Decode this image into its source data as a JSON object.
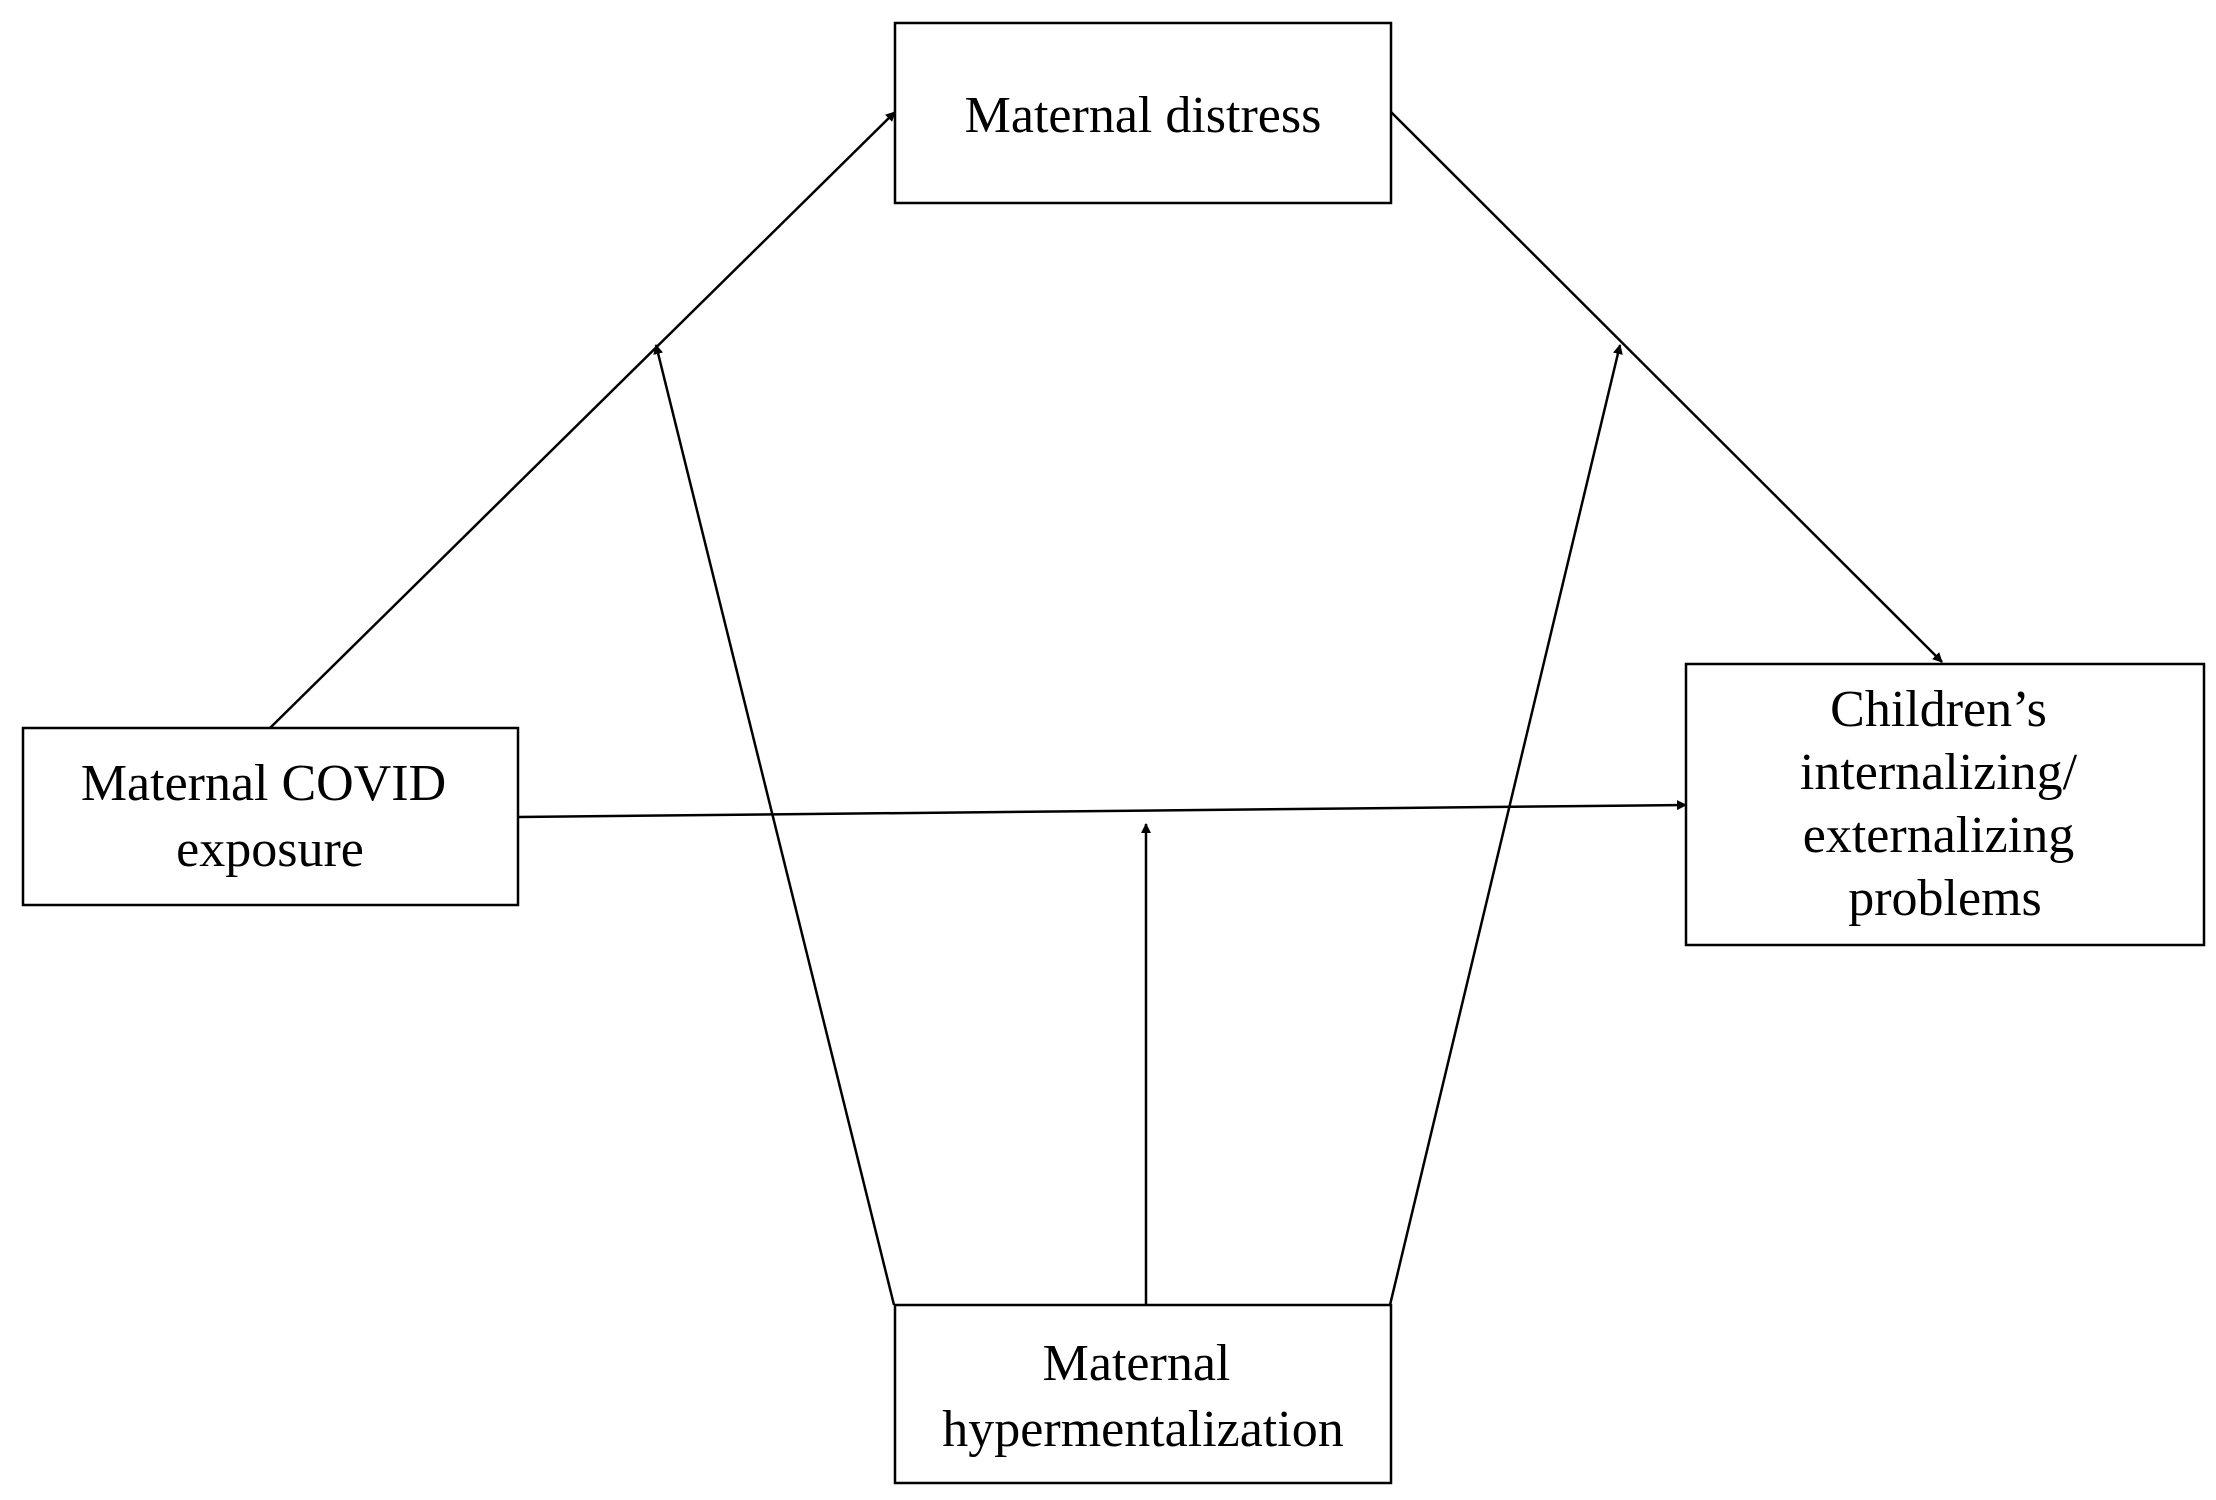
{
  "diagram": {
    "nodes": {
      "maternal_distress": {
        "lines": [
          "Maternal distress"
        ]
      },
      "covid_exposure": {
        "lines": [
          "Maternal COVID",
          "exposure"
        ]
      },
      "children_problems": {
        "lines": [
          "Children’s",
          "internalizing/",
          "externalizing",
          "problems"
        ]
      },
      "hypermentalization": {
        "lines": [
          "Maternal",
          "hypermentalization"
        ]
      }
    },
    "edges": [
      {
        "from": "covid_exposure",
        "to": "maternal_distress",
        "type": "path"
      },
      {
        "from": "maternal_distress",
        "to": "children_problems",
        "type": "path"
      },
      {
        "from": "covid_exposure",
        "to": "children_problems",
        "type": "path"
      },
      {
        "from": "hypermentalization",
        "to": "covid_exposure->maternal_distress",
        "type": "moderation"
      },
      {
        "from": "hypermentalization",
        "to": "covid_exposure->children_problems",
        "type": "moderation"
      },
      {
        "from": "hypermentalization",
        "to": "maternal_distress->children_problems",
        "type": "moderation"
      }
    ]
  }
}
